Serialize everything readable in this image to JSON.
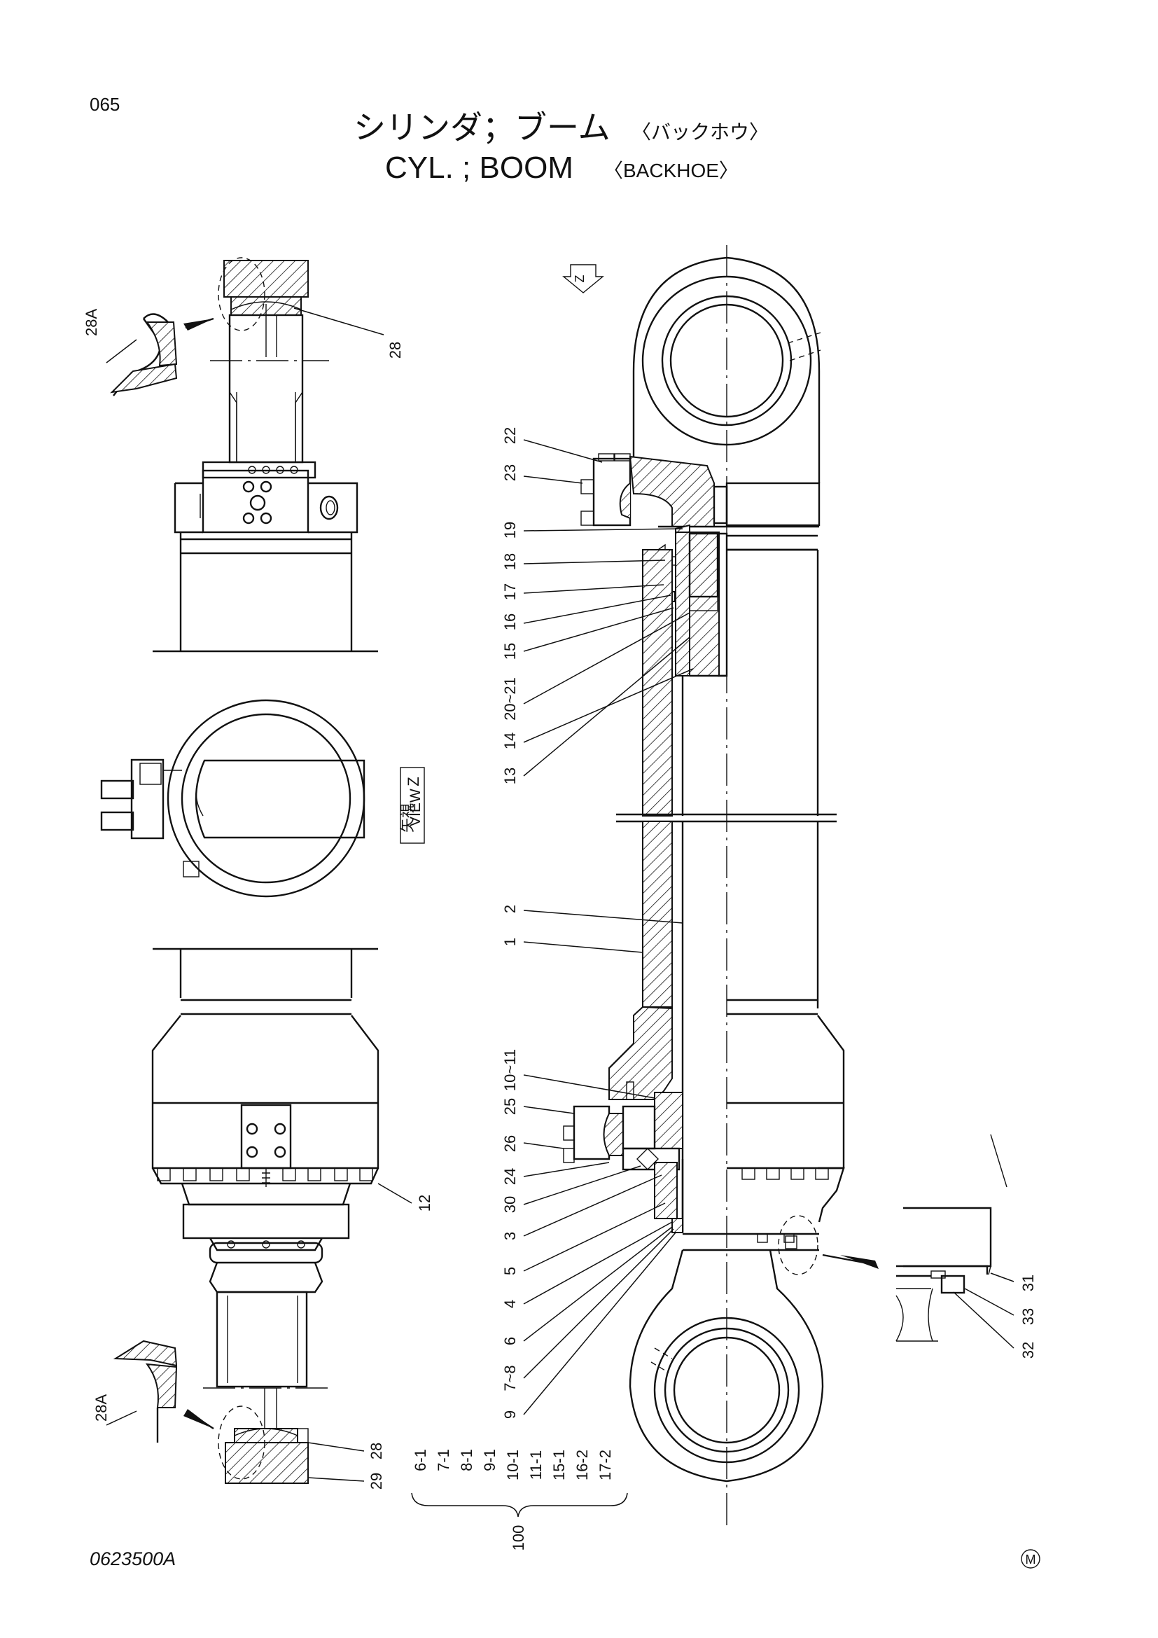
{
  "page_number": "065",
  "title_jp": "シリンダ；ブーム",
  "title_jp_sub": "〈バックホウ〉",
  "title_en": "CYL. ; BOOM",
  "title_en_sub": "〈BACKHOE〉",
  "view_label": {
    "jp": "矢視",
    "en": "VIEW",
    "letter": "Z",
    "arrow_letter": "Z"
  },
  "callouts": {
    "c28A_top": "28A",
    "c28_top": "28",
    "c22": "22",
    "c23": "23",
    "c19": "19",
    "c18": "18",
    "c17": "17",
    "c16": "16",
    "c15": "15",
    "c20_21": "20~21",
    "c14": "14",
    "c13": "13",
    "c2": "2",
    "c1": "1",
    "c10_11": "10~11",
    "c25": "25",
    "c26": "26",
    "c24": "24",
    "c30": "30",
    "c3": "3",
    "c5": "5",
    "c4": "4",
    "c6": "6",
    "c7_8": "7~8",
    "c9": "9",
    "c12": "12",
    "c28A_bot": "28A",
    "c28_bot": "28",
    "c29": "29",
    "c31": "31",
    "c33": "33",
    "c32": "32"
  },
  "kit": {
    "items": [
      "6-1",
      "7-1",
      "8-1",
      "9-1",
      "10-1",
      "11-1",
      "15-1",
      "16-2",
      "17-2"
    ],
    "number": "100"
  },
  "drawing_number": "0623500A",
  "mark": "M"
}
